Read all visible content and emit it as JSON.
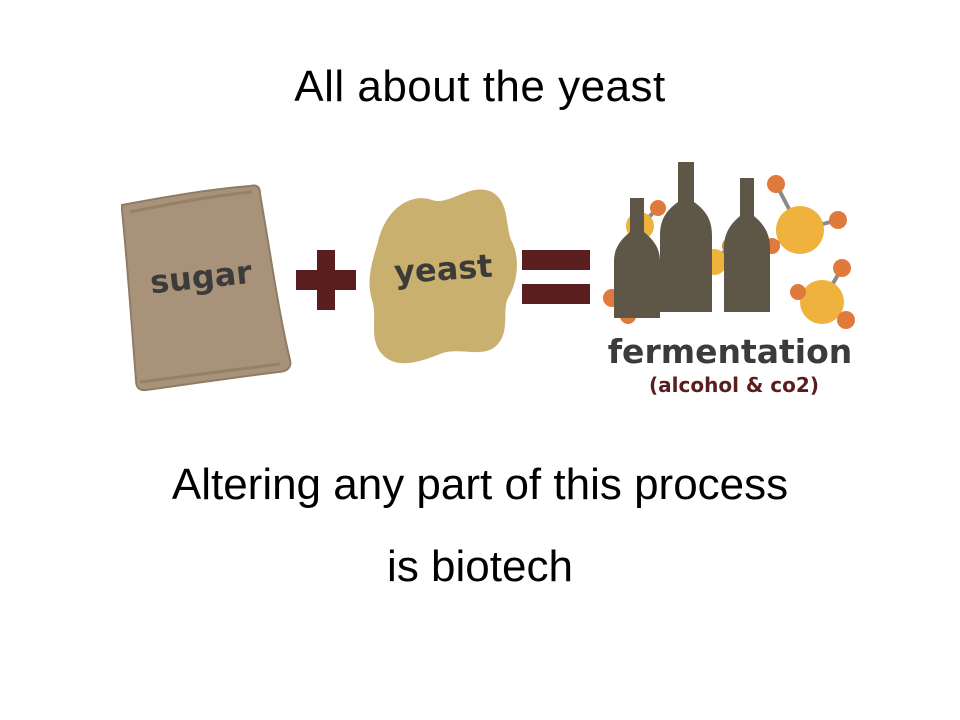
{
  "slide": {
    "title": "All about the yeast",
    "caption_line1": "Altering any part of this process",
    "caption_line2": "is biotech"
  },
  "diagram": {
    "sugar_label": "sugar",
    "yeast_label": "yeast",
    "result_label": "fermentation",
    "result_sublabel": "(alcohol & co2)",
    "operators": [
      "plus",
      "equals"
    ],
    "colors": {
      "sack": "#a8937a",
      "yeast_blob": "#c9b06f",
      "operator": "#5a1e1e",
      "bottle": "#5e5747",
      "molecule_center": "#efb23c",
      "molecule_atom": "#e07a3c",
      "molecule_bond": "#8a8a8a",
      "label_text": "#3d3b3a"
    }
  }
}
